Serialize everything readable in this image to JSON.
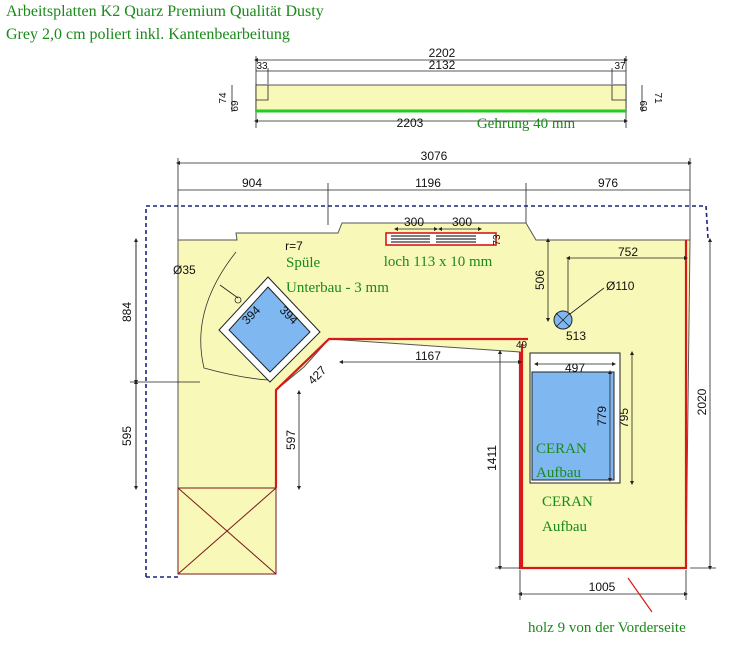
{
  "title_line1": "Arbeitsplatten K2 Quarz Premium Qualität Dusty",
  "title_line2": "Grey 2,0 cm poliert inkl. Kantenbearbeitung",
  "top_strip": {
    "dim_overall": "2202",
    "dim_inner": "2132",
    "dim_left": "33",
    "dim_right": "37",
    "dim_bottom": "2203",
    "height_left_outer": "74",
    "height_left_inner": "69",
    "height_right_outer": "71",
    "height_right_inner": "69",
    "label": "Gehrung 40 mm"
  },
  "main": {
    "dim_total": "3076",
    "dim_left_seg": "904",
    "dim_mid_seg": "1196",
    "dim_right_seg": "976",
    "dim_left_upper": "884",
    "dim_left_lower": "595",
    "dim_597": "597",
    "dim_427": "427",
    "dim_1167": "1167",
    "dim_1411": "1411",
    "dim_2020": "2020",
    "dim_1005": "1005",
    "dim_752": "752",
    "dim_506": "506",
    "dim_513": "513",
    "dim_497": "497",
    "dim_779": "779",
    "dim_795": "795",
    "dim_300a": "300",
    "dim_300b": "300",
    "dim_73": "73",
    "dim_49": "49",
    "dim_394a": "394",
    "dim_394b": "394",
    "radius": "r=7",
    "dia_35": "Ø35",
    "dia_110": "Ø110",
    "sink_label1": "Spüle",
    "sink_label2": "Unterbau - 3 mm",
    "hole_label": "loch 113 x 10 mm",
    "ceran_label1": "CERAN",
    "ceran_label2": "Aufbau",
    "ceran2_label1": "CERAN",
    "ceran2_label2": "Aufbau",
    "note": "holz 9 von der Vorderseite"
  },
  "colors": {
    "countertop": "#f8f8b8",
    "edge_red": "#d61a1a",
    "sink_blue": "#7fb8f0",
    "label_green": "#1a8a1a",
    "wall_dashed": "#1a237e",
    "miter_green": "#22cc22"
  }
}
